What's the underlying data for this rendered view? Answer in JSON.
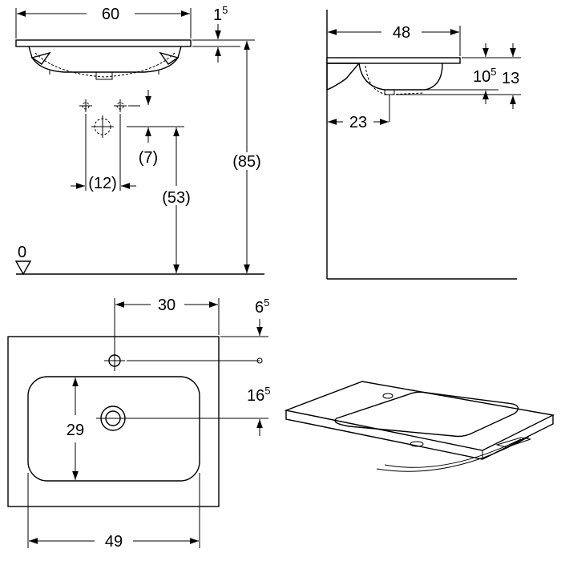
{
  "front_view": {
    "width": "60",
    "rim_thickness_main": "1",
    "rim_thickness_sup": "5",
    "total_height": "(85)",
    "tap_offset": "(12)",
    "tap_height": "(7)",
    "drain_height": "(53)",
    "floor_level": "0"
  },
  "side_view": {
    "depth": "48",
    "drain_offset": "23",
    "bowl_depth_main": "10",
    "bowl_depth_sup": "5",
    "total_depth": "13"
  },
  "top_view": {
    "tap_distance": "30",
    "tap_to_edge_main": "6",
    "tap_to_edge_sup": "5",
    "tap_to_drain_main": "16",
    "tap_to_drain_sup": "5",
    "bowl_depth": "29",
    "bowl_width": "49"
  }
}
